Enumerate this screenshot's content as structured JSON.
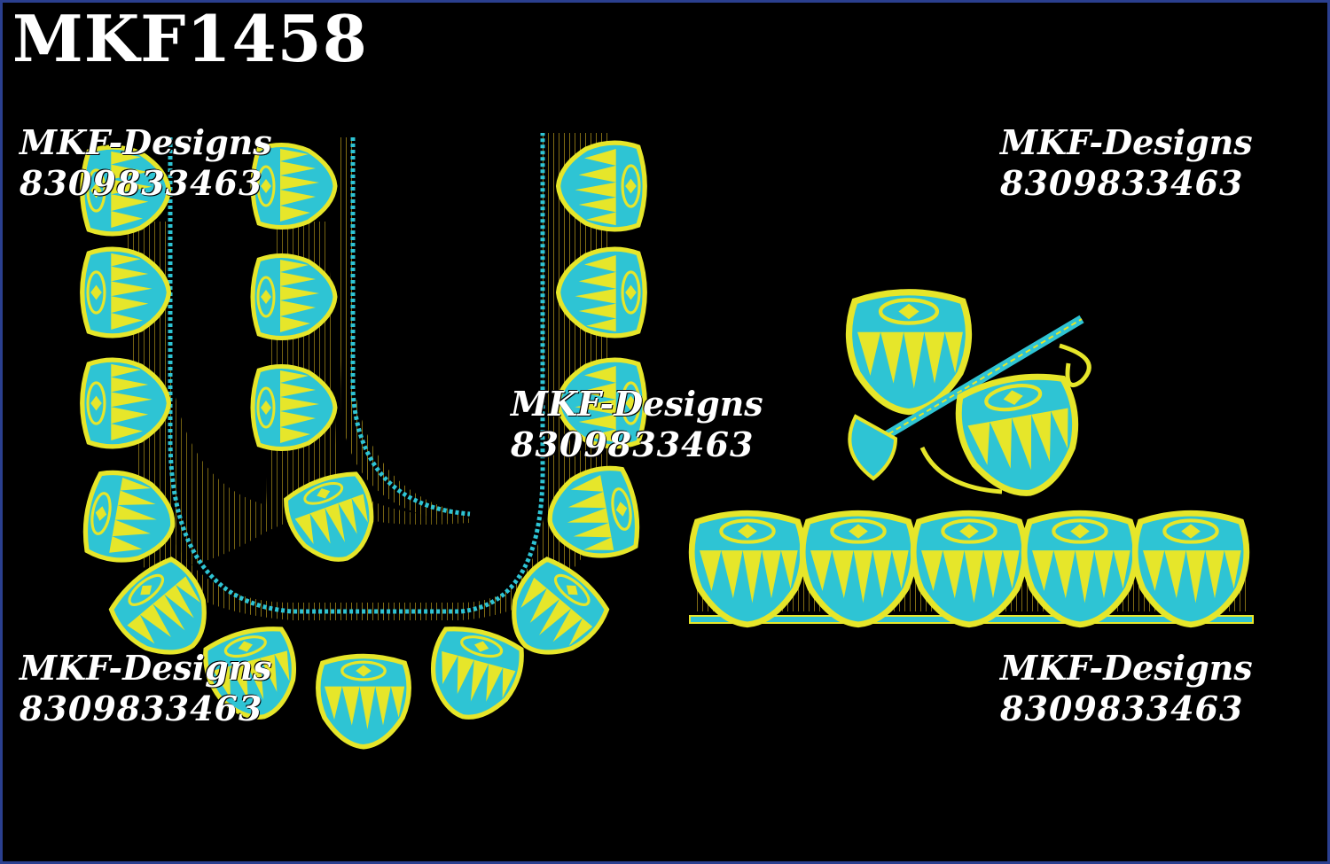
{
  "design_code": "MKF1458",
  "watermarks": [
    {
      "name": "MKF-Designs",
      "phone": "8309833463"
    },
    {
      "name": "MKF-Designs",
      "phone": "8309833463"
    },
    {
      "name": "MKF-Designs",
      "phone": "8309833463"
    },
    {
      "name": "MKF-Designs",
      "phone": "8309833463"
    },
    {
      "name": "MKF-Designs",
      "phone": "8309833463"
    }
  ],
  "colors": {
    "background": "#000000",
    "thread_cyan": "#2ec4d4",
    "thread_yellow": "#e6e62a",
    "thread_gold": "#c9a81e",
    "border": "#2a3f8f"
  },
  "motifs": {
    "neckline": "blouse-neckline-drum-motifs",
    "instrument": "drum-and-shehnai-motif",
    "border": "drum-border-strip"
  }
}
